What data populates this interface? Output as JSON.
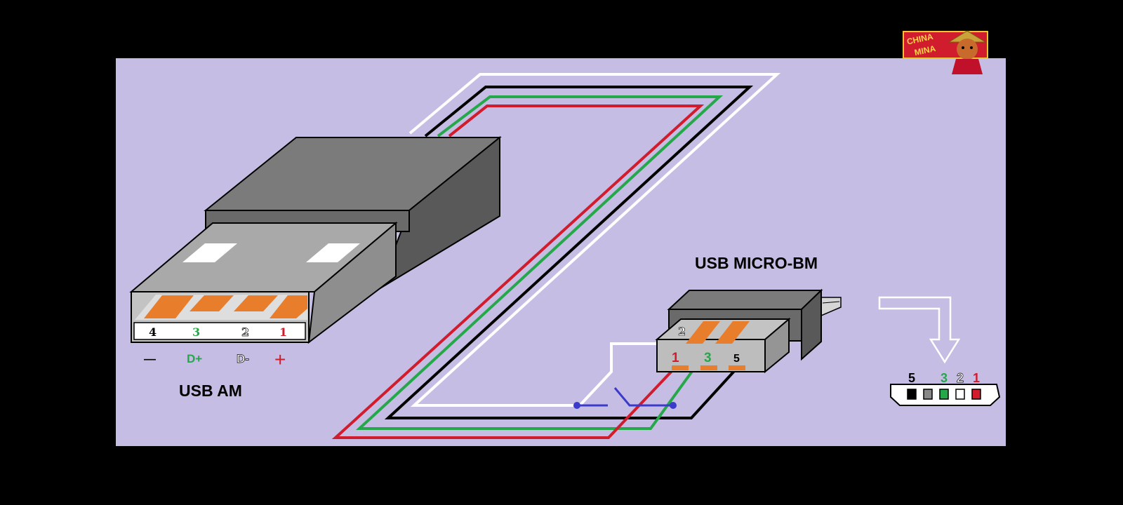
{
  "colors": {
    "background": "#c5bde3",
    "frame": "#000000",
    "shell_dark": "#595959",
    "shell_mid": "#7b7b7b",
    "metal": "#a9a9a9",
    "metal_light": "#c3c3c3",
    "contact": "#e87d2b",
    "wire_red": "#d01c2c",
    "wire_green": "#25a84a",
    "wire_white": "#ffffff",
    "wire_black": "#000000",
    "switch_blue": "#3a3acb"
  },
  "usb_am": {
    "title": "USB AM",
    "pins": [
      {
        "number": "4",
        "signal": "—",
        "color": "#000000"
      },
      {
        "number": "3",
        "signal": "D+",
        "color": "#25a84a"
      },
      {
        "number": "2",
        "signal": "D-",
        "color": "#ffffff"
      },
      {
        "number": "1",
        "signal": "+",
        "color": "#d01c2c"
      }
    ]
  },
  "usb_micro": {
    "title": "USB MICRO-BM",
    "pin_top": "2",
    "pins_front": [
      {
        "number": "1",
        "color": "#d01c2c"
      },
      {
        "number": "3",
        "color": "#25a84a"
      },
      {
        "number": "5",
        "color": "#000000"
      }
    ]
  },
  "micro_socket": {
    "pins": [
      {
        "number": "5",
        "color": "#000000",
        "fill": "#000000"
      },
      {
        "number": "",
        "color": "#000000",
        "fill": "#888888"
      },
      {
        "number": "3",
        "color": "#25a84a",
        "fill": "#25a84a"
      },
      {
        "number": "2",
        "color": "#ffffff",
        "fill": "#ffffff"
      },
      {
        "number": "1",
        "color": "#d01c2c",
        "fill": "#d01c2c"
      }
    ]
  },
  "logo": {
    "text_line1": "CHINA",
    "text_line2": "MINA"
  }
}
